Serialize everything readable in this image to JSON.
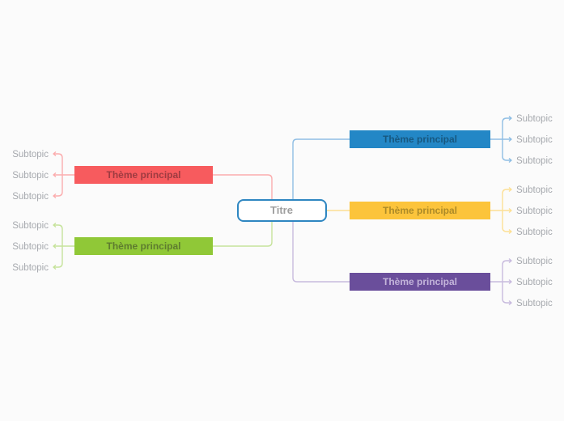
{
  "app": {
    "background_color": "#FBFBFB",
    "subtopic_text_color": "#A6A9AE"
  },
  "center": {
    "label": "Titre",
    "fill": "#FFFFFF",
    "border_color": "#2E86C1",
    "text_color": "#9E9E9E"
  },
  "branches": {
    "red": {
      "label": "Thème principal",
      "fill": "#F75B5E",
      "text_color": "#9E3B41",
      "line_color": "#FBADAE",
      "subtopics": [
        "Subtopic",
        "Subtopic",
        "Subtopic"
      ]
    },
    "green": {
      "label": "Thème principal",
      "fill": "#90C837",
      "text_color": "#5E7C2F",
      "line_color": "#C6E39B",
      "subtopics": [
        "Subtopic",
        "Subtopic",
        "Subtopic"
      ]
    },
    "blue": {
      "label": "Thème principal",
      "fill": "#2387C6",
      "text_color": "#175880",
      "line_color": "#8FBEE4",
      "subtopics": [
        "Subtopic",
        "Subtopic",
        "Subtopic"
      ]
    },
    "yellow": {
      "label": "Thème principal",
      "fill": "#FCC43B",
      "text_color": "#AD8B28",
      "line_color": "#FDE095",
      "subtopics": [
        "Subtopic",
        "Subtopic",
        "Subtopic"
      ]
    },
    "purple": {
      "label": "Thème principal",
      "fill": "#6A4E9B",
      "text_color": "#C3B4DA",
      "line_color": "#C8BBDE",
      "subtopics": [
        "Subtopic",
        "Subtopic",
        "Subtopic"
      ]
    }
  }
}
